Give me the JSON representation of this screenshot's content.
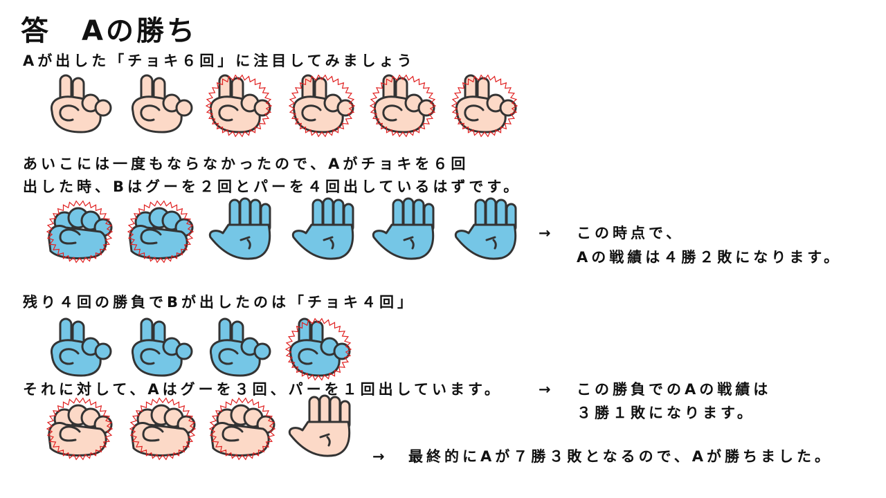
{
  "title": "答　Aの勝ち",
  "colors": {
    "a_hand": "#fcd9c7",
    "b_hand": "#75c6e6",
    "outline": "#333333",
    "win_mark": "#e02020"
  },
  "lines": {
    "l1": "Aが出した「チョキ６回」に注目してみましょう",
    "l2": "あいこには一度もならなかったので、Aがチョキを６回",
    "l3": "出した時、Bはグーを２回とパーを４回出しているはずです。",
    "arrow1": "→",
    "r1": "この時点で、",
    "r2": "Aの戦績は４勝２敗になります。",
    "l4": "残り４回の勝負でBが出したのは「チョキ４回」",
    "l5": "それに対して、Aはグーを３回、パーを１回出しています。",
    "arrow2": "→",
    "r3": "この勝負でのAの戦績は",
    "r4": "３勝１敗になります。",
    "arrow3": "→",
    "final": "最終的にAが７勝３敗となるので、Aが勝ちました。"
  },
  "rows": [
    {
      "player": "A",
      "hands": [
        {
          "type": "scissors",
          "win": false
        },
        {
          "type": "scissors",
          "win": false
        },
        {
          "type": "scissors",
          "win": true
        },
        {
          "type": "scissors",
          "win": true
        },
        {
          "type": "scissors",
          "win": true
        },
        {
          "type": "scissors",
          "win": true
        }
      ]
    },
    {
      "player": "B",
      "hands": [
        {
          "type": "rock",
          "win": true
        },
        {
          "type": "rock",
          "win": true
        },
        {
          "type": "paper",
          "win": false
        },
        {
          "type": "paper",
          "win": false
        },
        {
          "type": "paper",
          "win": false
        },
        {
          "type": "paper",
          "win": false
        }
      ]
    },
    {
      "player": "B",
      "hands": [
        {
          "type": "scissors",
          "win": false
        },
        {
          "type": "scissors",
          "win": false
        },
        {
          "type": "scissors",
          "win": false
        },
        {
          "type": "scissors",
          "win": true
        }
      ]
    },
    {
      "player": "A",
      "hands": [
        {
          "type": "rock",
          "win": true
        },
        {
          "type": "rock",
          "win": true
        },
        {
          "type": "rock",
          "win": true
        },
        {
          "type": "paper",
          "win": false
        }
      ]
    }
  ]
}
